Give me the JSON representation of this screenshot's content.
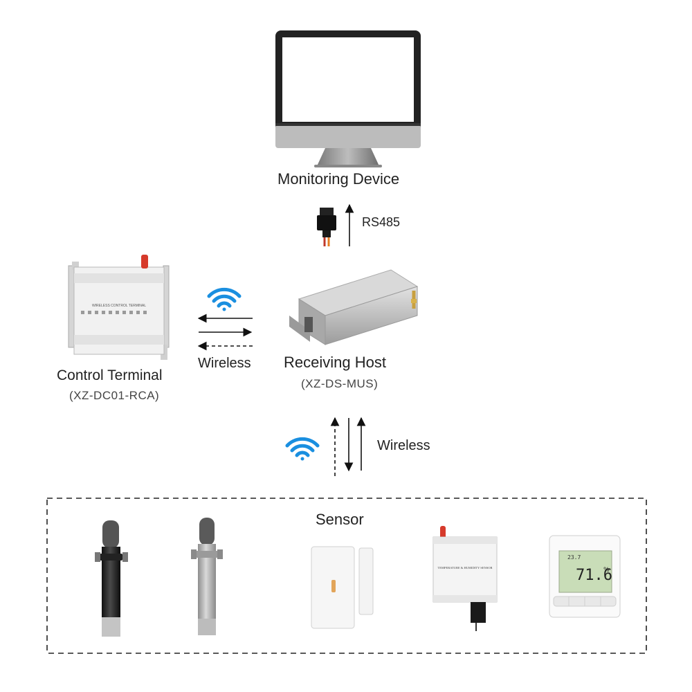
{
  "monitor": {
    "label": "Monitoring Device"
  },
  "link_rs485": {
    "label": "RS485"
  },
  "control_terminal": {
    "label": "Control  Terminal",
    "model": "(XZ-DC01-RCA)",
    "panel_text": "WIRELESS CONTROL TERMINAL"
  },
  "link_terminal": {
    "label": "Wireless"
  },
  "receiving_host": {
    "label": "Receiving Host",
    "model": "(XZ-DS-MUS)"
  },
  "link_sensor": {
    "label": "Wireless"
  },
  "sensor_group": {
    "title": "Sensor"
  },
  "th_sensor": {
    "panel_text": "TEMPERATURE & HUMIDITY SENSOR"
  },
  "thermostat": {
    "temp_readout": "23.7",
    "humidity_readout": "71.6",
    "humidity_unit": "%"
  },
  "colors": {
    "wifi": "#1a8fe0",
    "arrow": "#111111",
    "device_gray": "#c8c8c8",
    "lcd": "#c9ddb8"
  }
}
